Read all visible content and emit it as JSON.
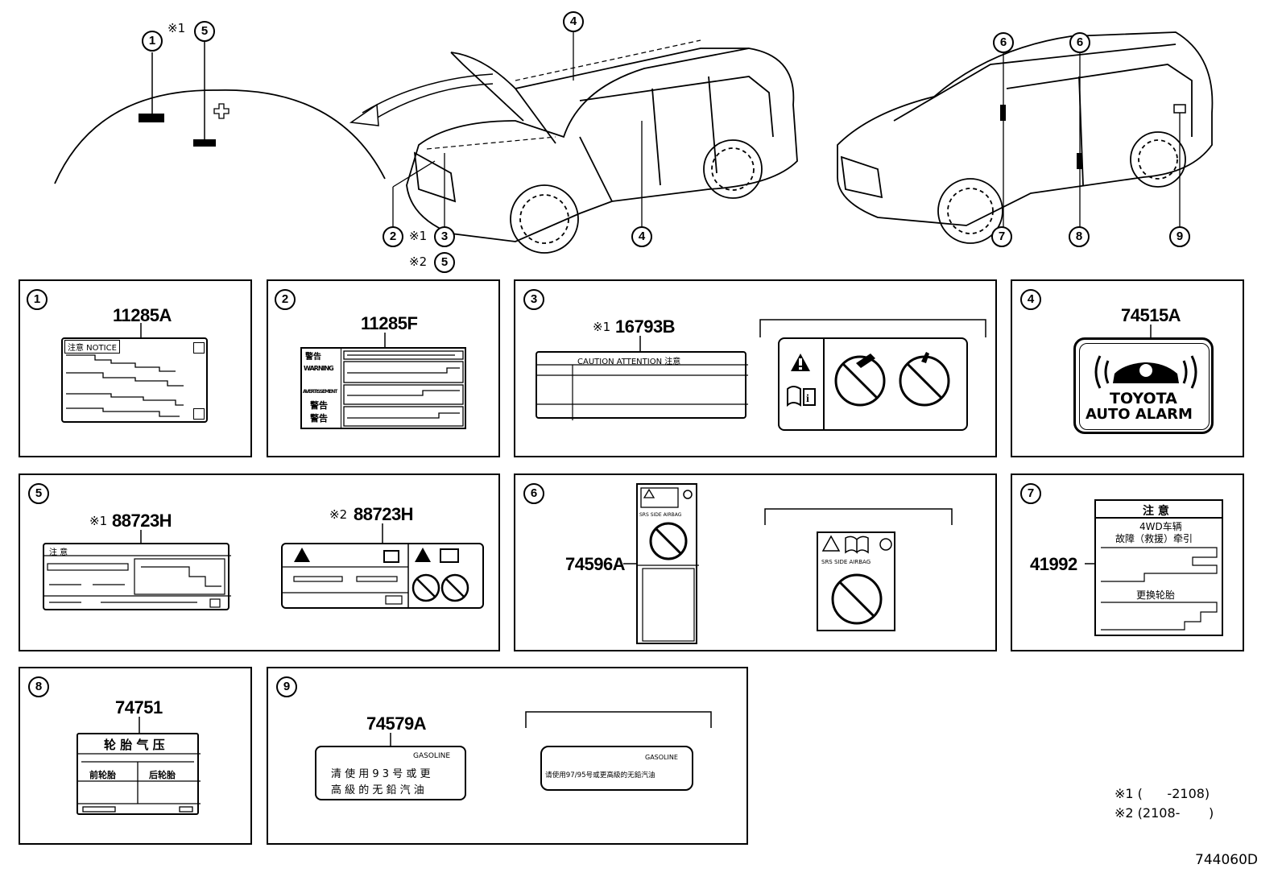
{
  "callouts": {
    "c1": "1",
    "c2": "2",
    "c3": "3",
    "c4": "4",
    "c5": "5",
    "c6": "6",
    "c7": "7",
    "c8": "8",
    "c9": "9",
    "note1": "※1",
    "note2": "※2"
  },
  "panels": [
    {
      "num": "1",
      "part": "11285A",
      "label_text": "注意 NOTICE"
    },
    {
      "num": "2",
      "part": "11285F",
      "label_lines": [
        "警告",
        "WARNING",
        "AVERTISSEMENT",
        "警告",
        "警告"
      ]
    },
    {
      "num": "3",
      "part": "16793B",
      "prefix": "※1",
      "label_text": "CAUTION  ATTENTION  注意"
    },
    {
      "num": "4",
      "part": "74515A",
      "alarm_line1": "TOYOTA",
      "alarm_line2": "AUTO ALARM"
    },
    {
      "num": "5",
      "part_a": "88723H",
      "prefix_a": "※1",
      "part_b": "88723H",
      "prefix_b": "※2",
      "label_text": "注 意"
    },
    {
      "num": "6",
      "part": "74596A",
      "srs_text": "SRS  SIDE  AIRBAG"
    },
    {
      "num": "7",
      "part": "41992",
      "title": "注 意",
      "line1": "4WD车辆",
      "line2": "故障（救援）牵引",
      "line3": "更换轮胎"
    },
    {
      "num": "8",
      "part": "74751",
      "title": "轮 胎 气 压",
      "col1": "前轮胎",
      "col2": "后轮胎"
    },
    {
      "num": "9",
      "part": "74579A",
      "gasoline": "GASOLINE",
      "text_a1": "清 使 用  9  3  号 或 更",
      "text_a2": "高 級 的 无 鉛 汽 油",
      "text_b": "请使用97/95号或更高級的无鉛汽油"
    }
  ],
  "footnotes": {
    "n1": "※1 (      -2108)",
    "n2": "※2 (2108-       )"
  },
  "figure_id": "744060D"
}
